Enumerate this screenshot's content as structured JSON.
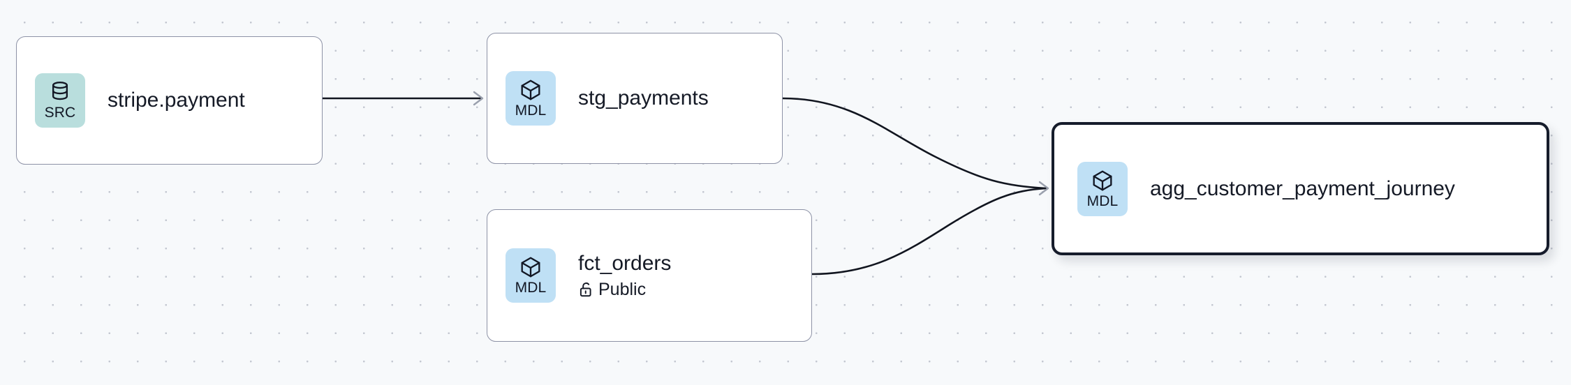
{
  "canvas": {
    "background_color": "#f7f9fb",
    "grid_dot_color": "#c3c7d0",
    "edge_color": "#11151f",
    "arrow_color": "#9aa0ad"
  },
  "badge_colors": {
    "src": "#b9dedd",
    "mdl": "#bfe0f5"
  },
  "nodes": [
    {
      "id": "stripe-payment",
      "title": "stripe.payment",
      "badge_code": "SRC",
      "badge_icon": "database-icon",
      "selected": false,
      "subtitle": null,
      "subtitle_icon": null
    },
    {
      "id": "stg-payments",
      "title": "stg_payments",
      "badge_code": "MDL",
      "badge_icon": "cube-icon",
      "selected": false,
      "subtitle": null,
      "subtitle_icon": null
    },
    {
      "id": "fct-orders",
      "title": "fct_orders",
      "badge_code": "MDL",
      "badge_icon": "cube-icon",
      "selected": false,
      "subtitle": "Public",
      "subtitle_icon": "unlock-icon"
    },
    {
      "id": "agg-customer-payment-journey",
      "title": "agg_customer_payment_journey",
      "badge_code": "MDL",
      "badge_icon": "cube-icon",
      "selected": true,
      "subtitle": null,
      "subtitle_icon": null
    }
  ],
  "edges": [
    {
      "id": "edge-stripe-to-stg",
      "from": "stripe-payment",
      "to": "stg-payments"
    },
    {
      "id": "edge-stg-to-agg",
      "from": "stg-payments",
      "to": "agg-customer-payment-journey"
    },
    {
      "id": "edge-fct-to-agg",
      "from": "fct-orders",
      "to": "agg-customer-payment-journey"
    }
  ]
}
